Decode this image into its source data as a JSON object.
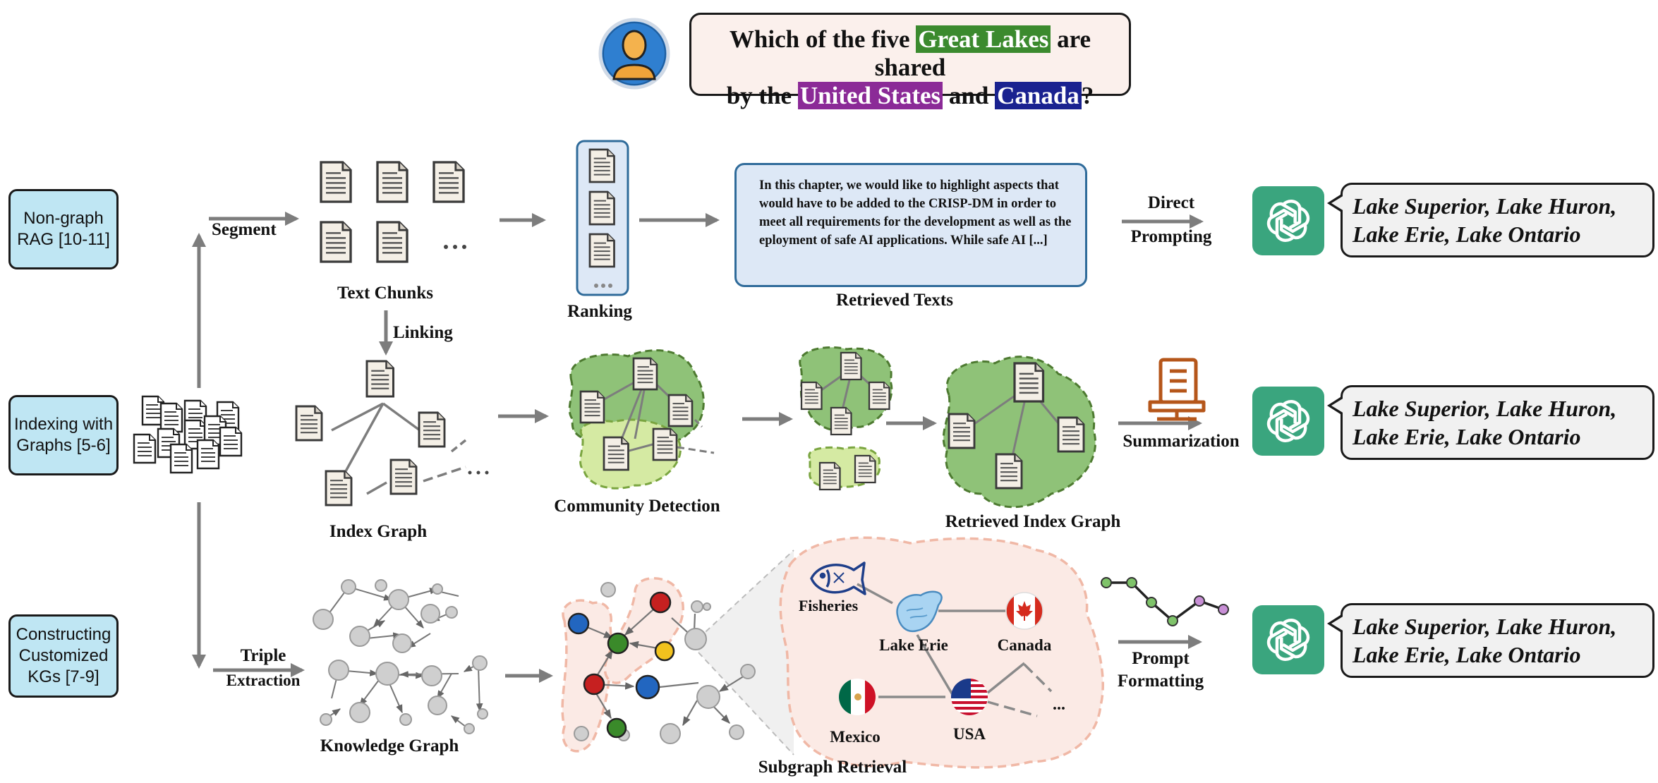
{
  "question": {
    "line1_before": "Which of the five ",
    "great_lakes": "Great Lakes",
    "line1_after": " are shared",
    "line2_before": "by the ",
    "united_states": "United States",
    "and": " and ",
    "canada": "Canada",
    "line2_after": "?"
  },
  "methods": {
    "nongraph": "Non-graph\nRAG [10-11]",
    "indexing": "Indexing with\nGraphs [5-6]",
    "kg": "Constructing\nCustomized\nKGs [7-9]"
  },
  "labels": {
    "segment": "Segment",
    "text_chunks": "Text Chunks",
    "linking": "Linking",
    "ranking": "Ranking",
    "retrieved_texts": "Retrieved Texts",
    "direct": "Direct",
    "prompting": "Prompting",
    "index_graph": "Index Graph",
    "community_detection": "Community Detection",
    "retrieved_index_graph": "Retrieved Index Graph",
    "summarization": "Summarization",
    "triple": "Triple",
    "extraction": "Extraction",
    "knowledge_graph": "Knowledge Graph",
    "subgraph_retrieval": "Subgraph Retrieval",
    "prompt": "Prompt",
    "formatting": "Formatting",
    "ellipsis": "...",
    "ellipsis2": "..."
  },
  "retrieved_text": "In this chapter, we would like to highlight aspects that would have to be added to the CRISP-DM in order to meet all requirements for the development as well as the eployment of safe AI applications. While safe AI [...]",
  "subgraph_nodes": {
    "fisheries": "Fisheries",
    "lake_erie": "Lake Erie",
    "canada": "Canada",
    "mexico": "Mexico",
    "usa": "USA",
    "more": "..."
  },
  "answers": {
    "a1_line1": "Lake Superior, Lake Huron,",
    "a1_line2": "Lake Erie, Lake Ontario",
    "a2_line1": "Lake Superior, Lake Huron,",
    "a2_line2": "Lake Erie, Lake Ontario",
    "a3_line1": "Lake Superior, Lake Huron,",
    "a3_line2": "Lake Erie, Lake Ontario"
  },
  "icons": [
    "user-avatar-icon",
    "document-icon",
    "document-stack-icon",
    "openai-logo-icon",
    "podium-icon",
    "fish-icon",
    "lake-icon",
    "canada-flag-icon",
    "mexico-flag-icon",
    "usa-flag-icon",
    "line-chart-icon"
  ],
  "colors": {
    "box_blue": "#bfe6f3",
    "community_green": "#8fc278",
    "community_light": "#d5eaa3",
    "openai_green": "#3aa57e",
    "subgraph_bg": "#fbeae5",
    "node_red": "#c62020",
    "node_blue": "#2266c0",
    "node_green": "#3a8a2a",
    "node_yellow": "#f2c21e",
    "node_gray": "#cfcfcf"
  }
}
